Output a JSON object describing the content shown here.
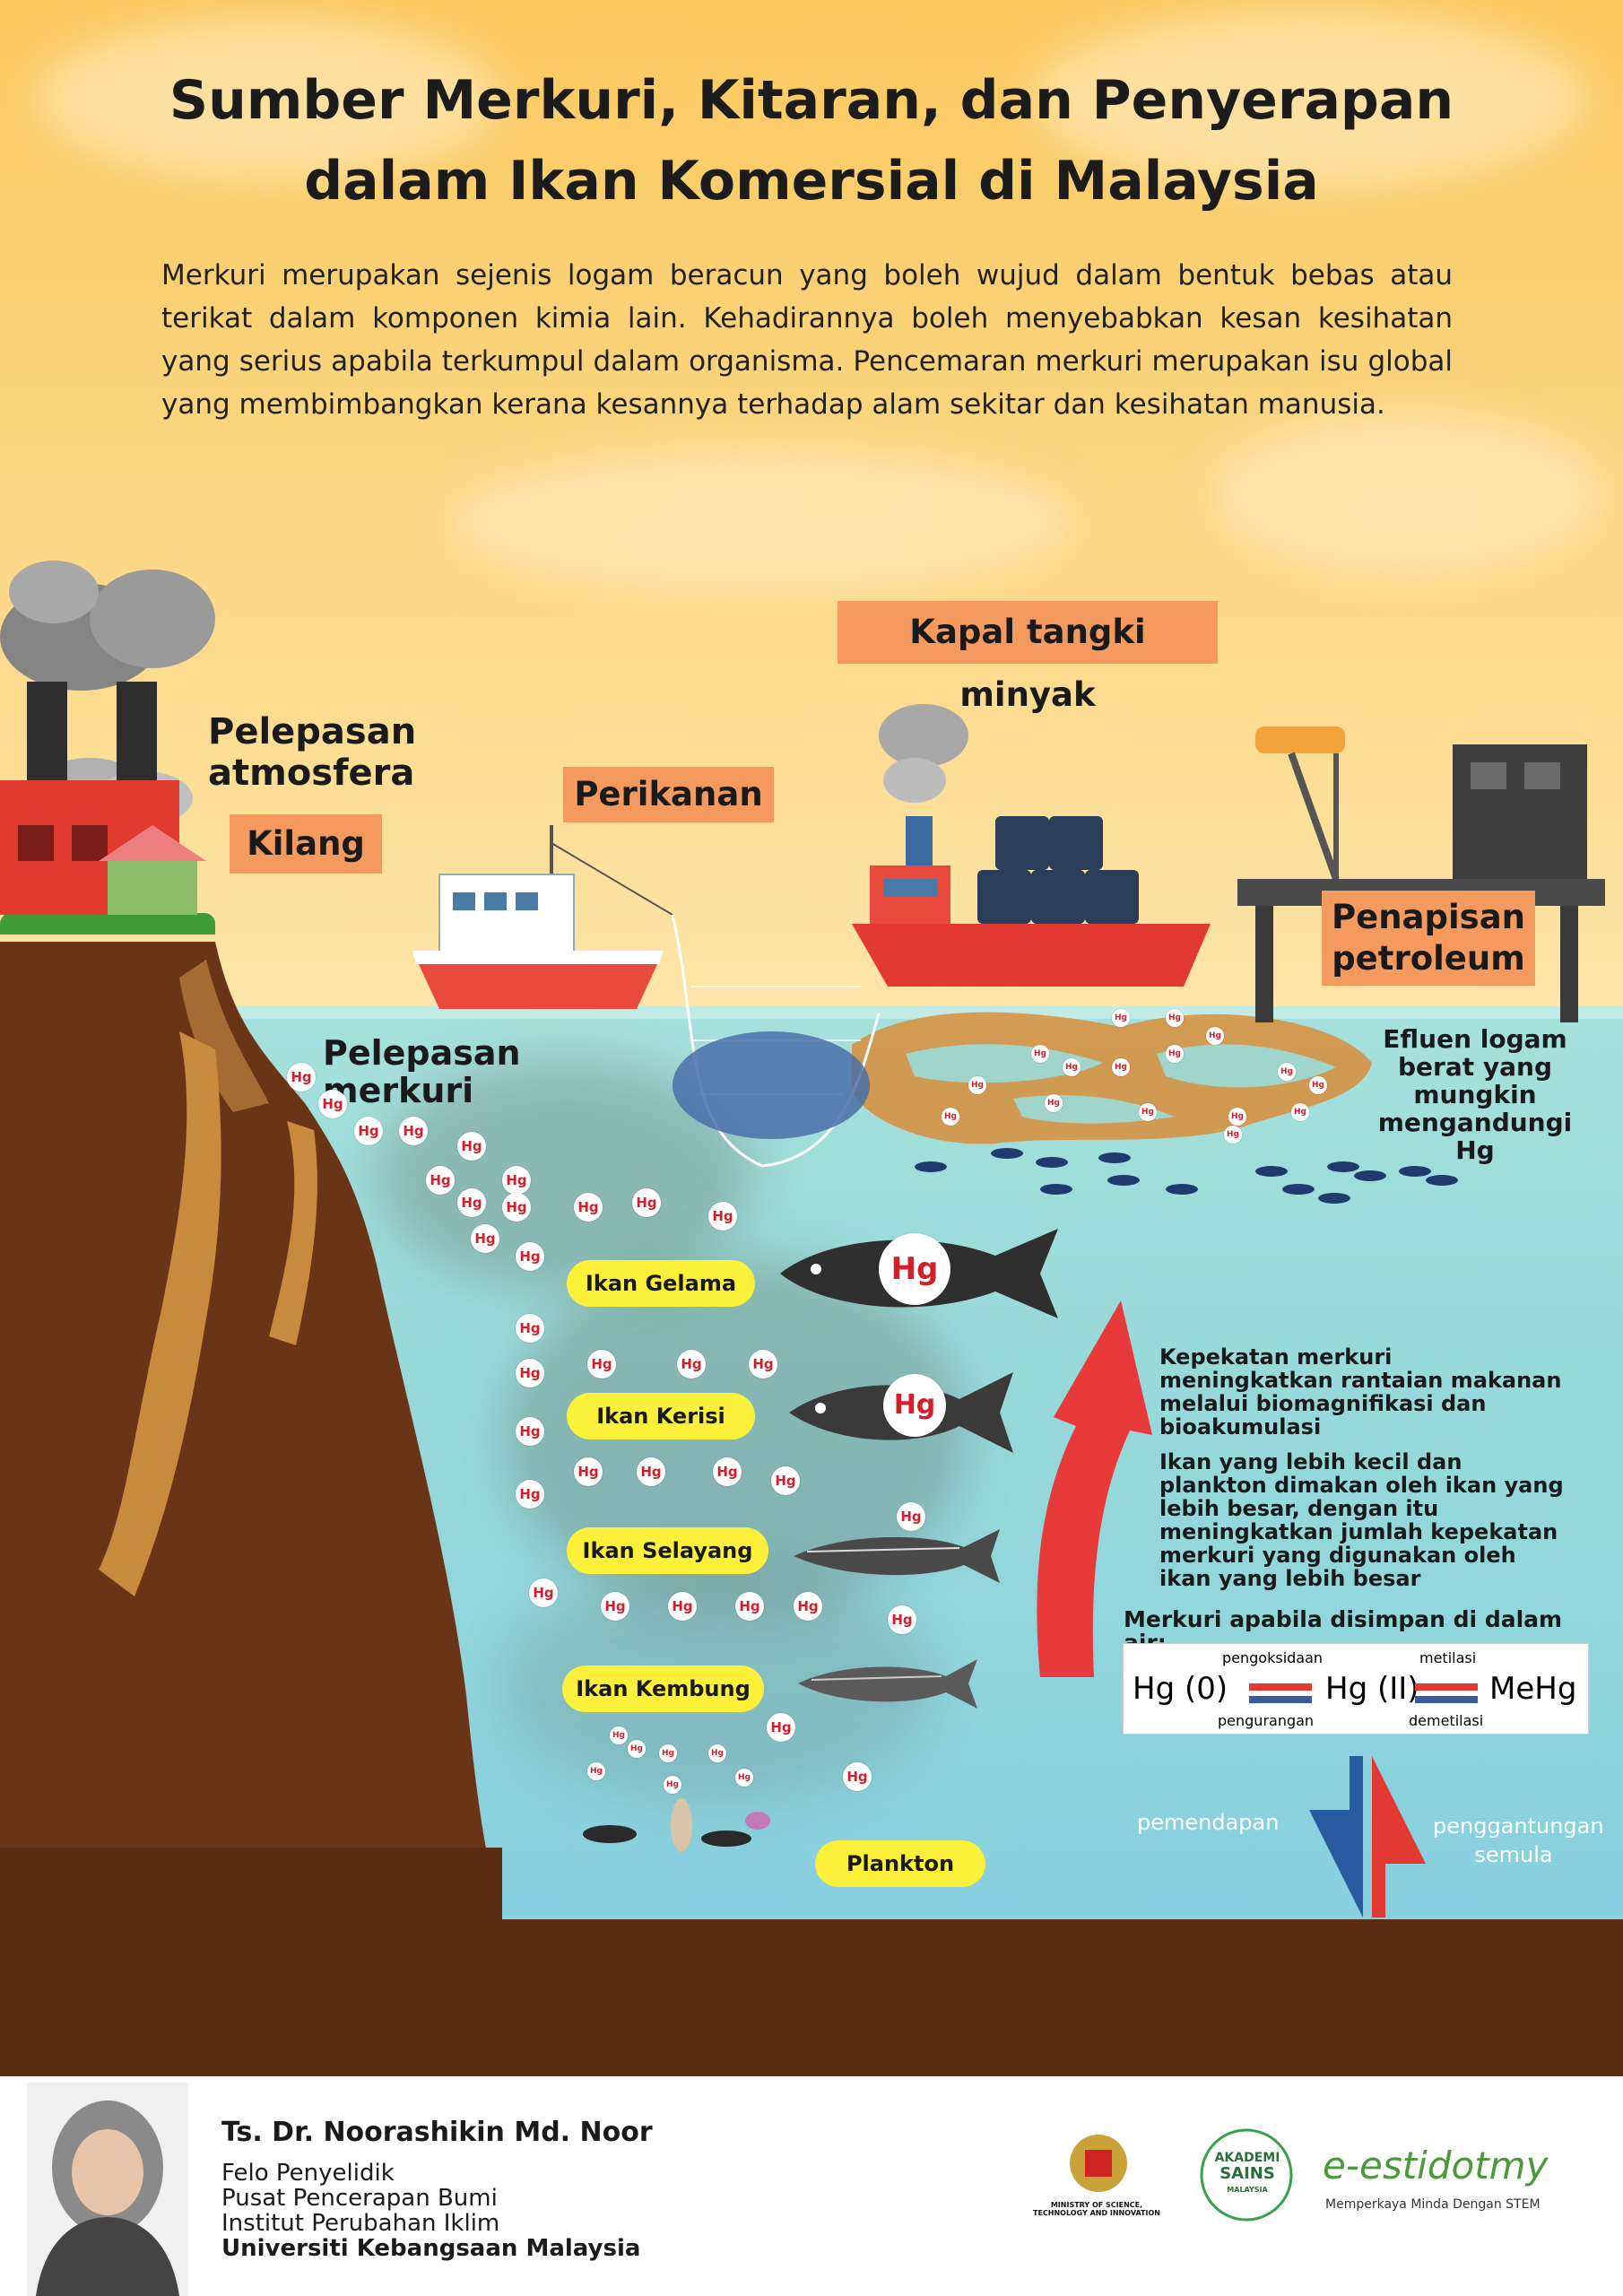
{
  "title_line1": "Sumber Merkuri, Kitaran, dan Penyerapan",
  "title_line2": "dalam Ikan Komersial di Malaysia",
  "intro": "Merkuri merupakan sejenis logam beracun yang boleh wujud dalam bentuk bebas atau terikat dalam komponen kimia lain. Kehadirannya boleh menyebabkan kesan kesihatan yang serius apabila terkumpul dalam organisma. Pencemaran merkuri merupakan isu global yang membimbangkan kerana kesannya terhadap alam sekitar dan kesihatan manusia.",
  "labels": {
    "atmospheric": "Pelepasan atmosfera",
    "factory": "Kilang",
    "fishery": "Perikanan",
    "tanker": "Kapal tangki minyak",
    "refinery": "Penapisan petroleum",
    "mercury_release": "Pelepasan merkuri",
    "effluent": "Efluen logam berat yang mungkin mengandungi Hg"
  },
  "food_chain": [
    "Ikan Gelama",
    "Ikan Kerisi",
    "Ikan Selayang",
    "Ikan Kembung",
    "Plankton"
  ],
  "hg_symbol": "Hg",
  "biomag_text1": "Kepekatan merkuri meningkatkan rantaian makanan melalui biomagnifikasi dan bioakumulasi",
  "biomag_text2": "Ikan yang lebih kecil dan plankton dimakan oleh ikan yang lebih besar, dengan itu meningkatkan jumlah kepekatan merkuri yang digunakan oleh ikan yang lebih besar",
  "chem": {
    "header": "Merkuri apabila disimpan di dalam air:",
    "hg0": "Hg (0)",
    "hg2": "Hg (II)",
    "mehg": "MeHg",
    "oxidation": "pengoksidaan",
    "reduction": "pengurangan",
    "methylation": "metilasi",
    "demethylation": "demetilasi"
  },
  "sediment": {
    "deposition": "pemendapan",
    "resuspension": "penggantungan semula"
  },
  "author": {
    "name": "Ts. Dr. Noorashikin Md. Noor",
    "role": "Felo Penyelidik",
    "dept1": "Pusat Pencerapan Bumi",
    "dept2": "Institut Perubahan Iklim",
    "university": "Universiti Kebangsaan Malaysia"
  },
  "logos": {
    "mosti": "MINISTRY OF SCIENCE, TECHNOLOGY AND INNOVATION",
    "akademi_line1": "AKADEMI",
    "akademi_line2": "SAINS",
    "akademi_line3": "MALAYSIA",
    "estidotmy": "e-estidotmy",
    "estidotmy_tagline": "Memperkaya Minda Dengan STEM"
  }
}
